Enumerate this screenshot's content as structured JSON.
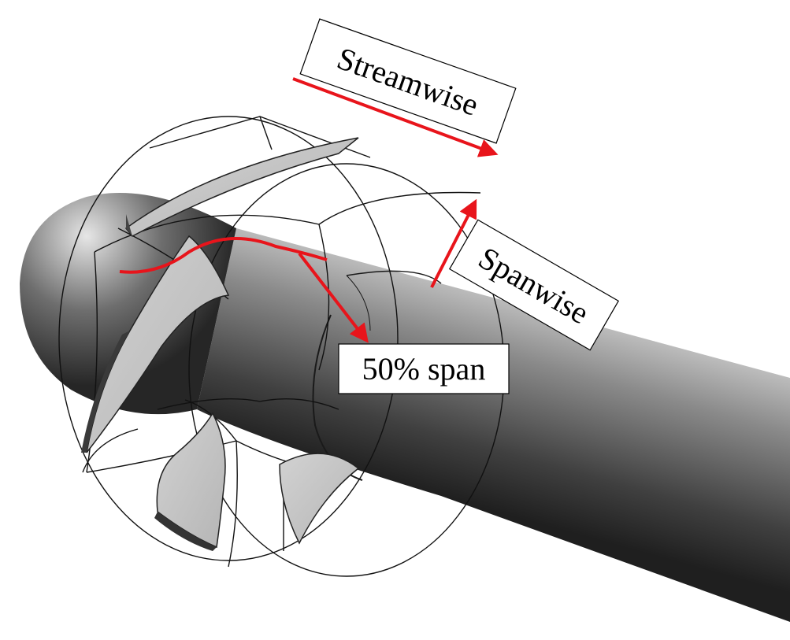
{
  "labels": {
    "streamwise": "Streamwise",
    "spanwise": "Spanwise",
    "span50": "50% span"
  },
  "colors": {
    "annotation": "#e8141b",
    "label_border": "#000000",
    "label_fill": "#ffffff"
  }
}
